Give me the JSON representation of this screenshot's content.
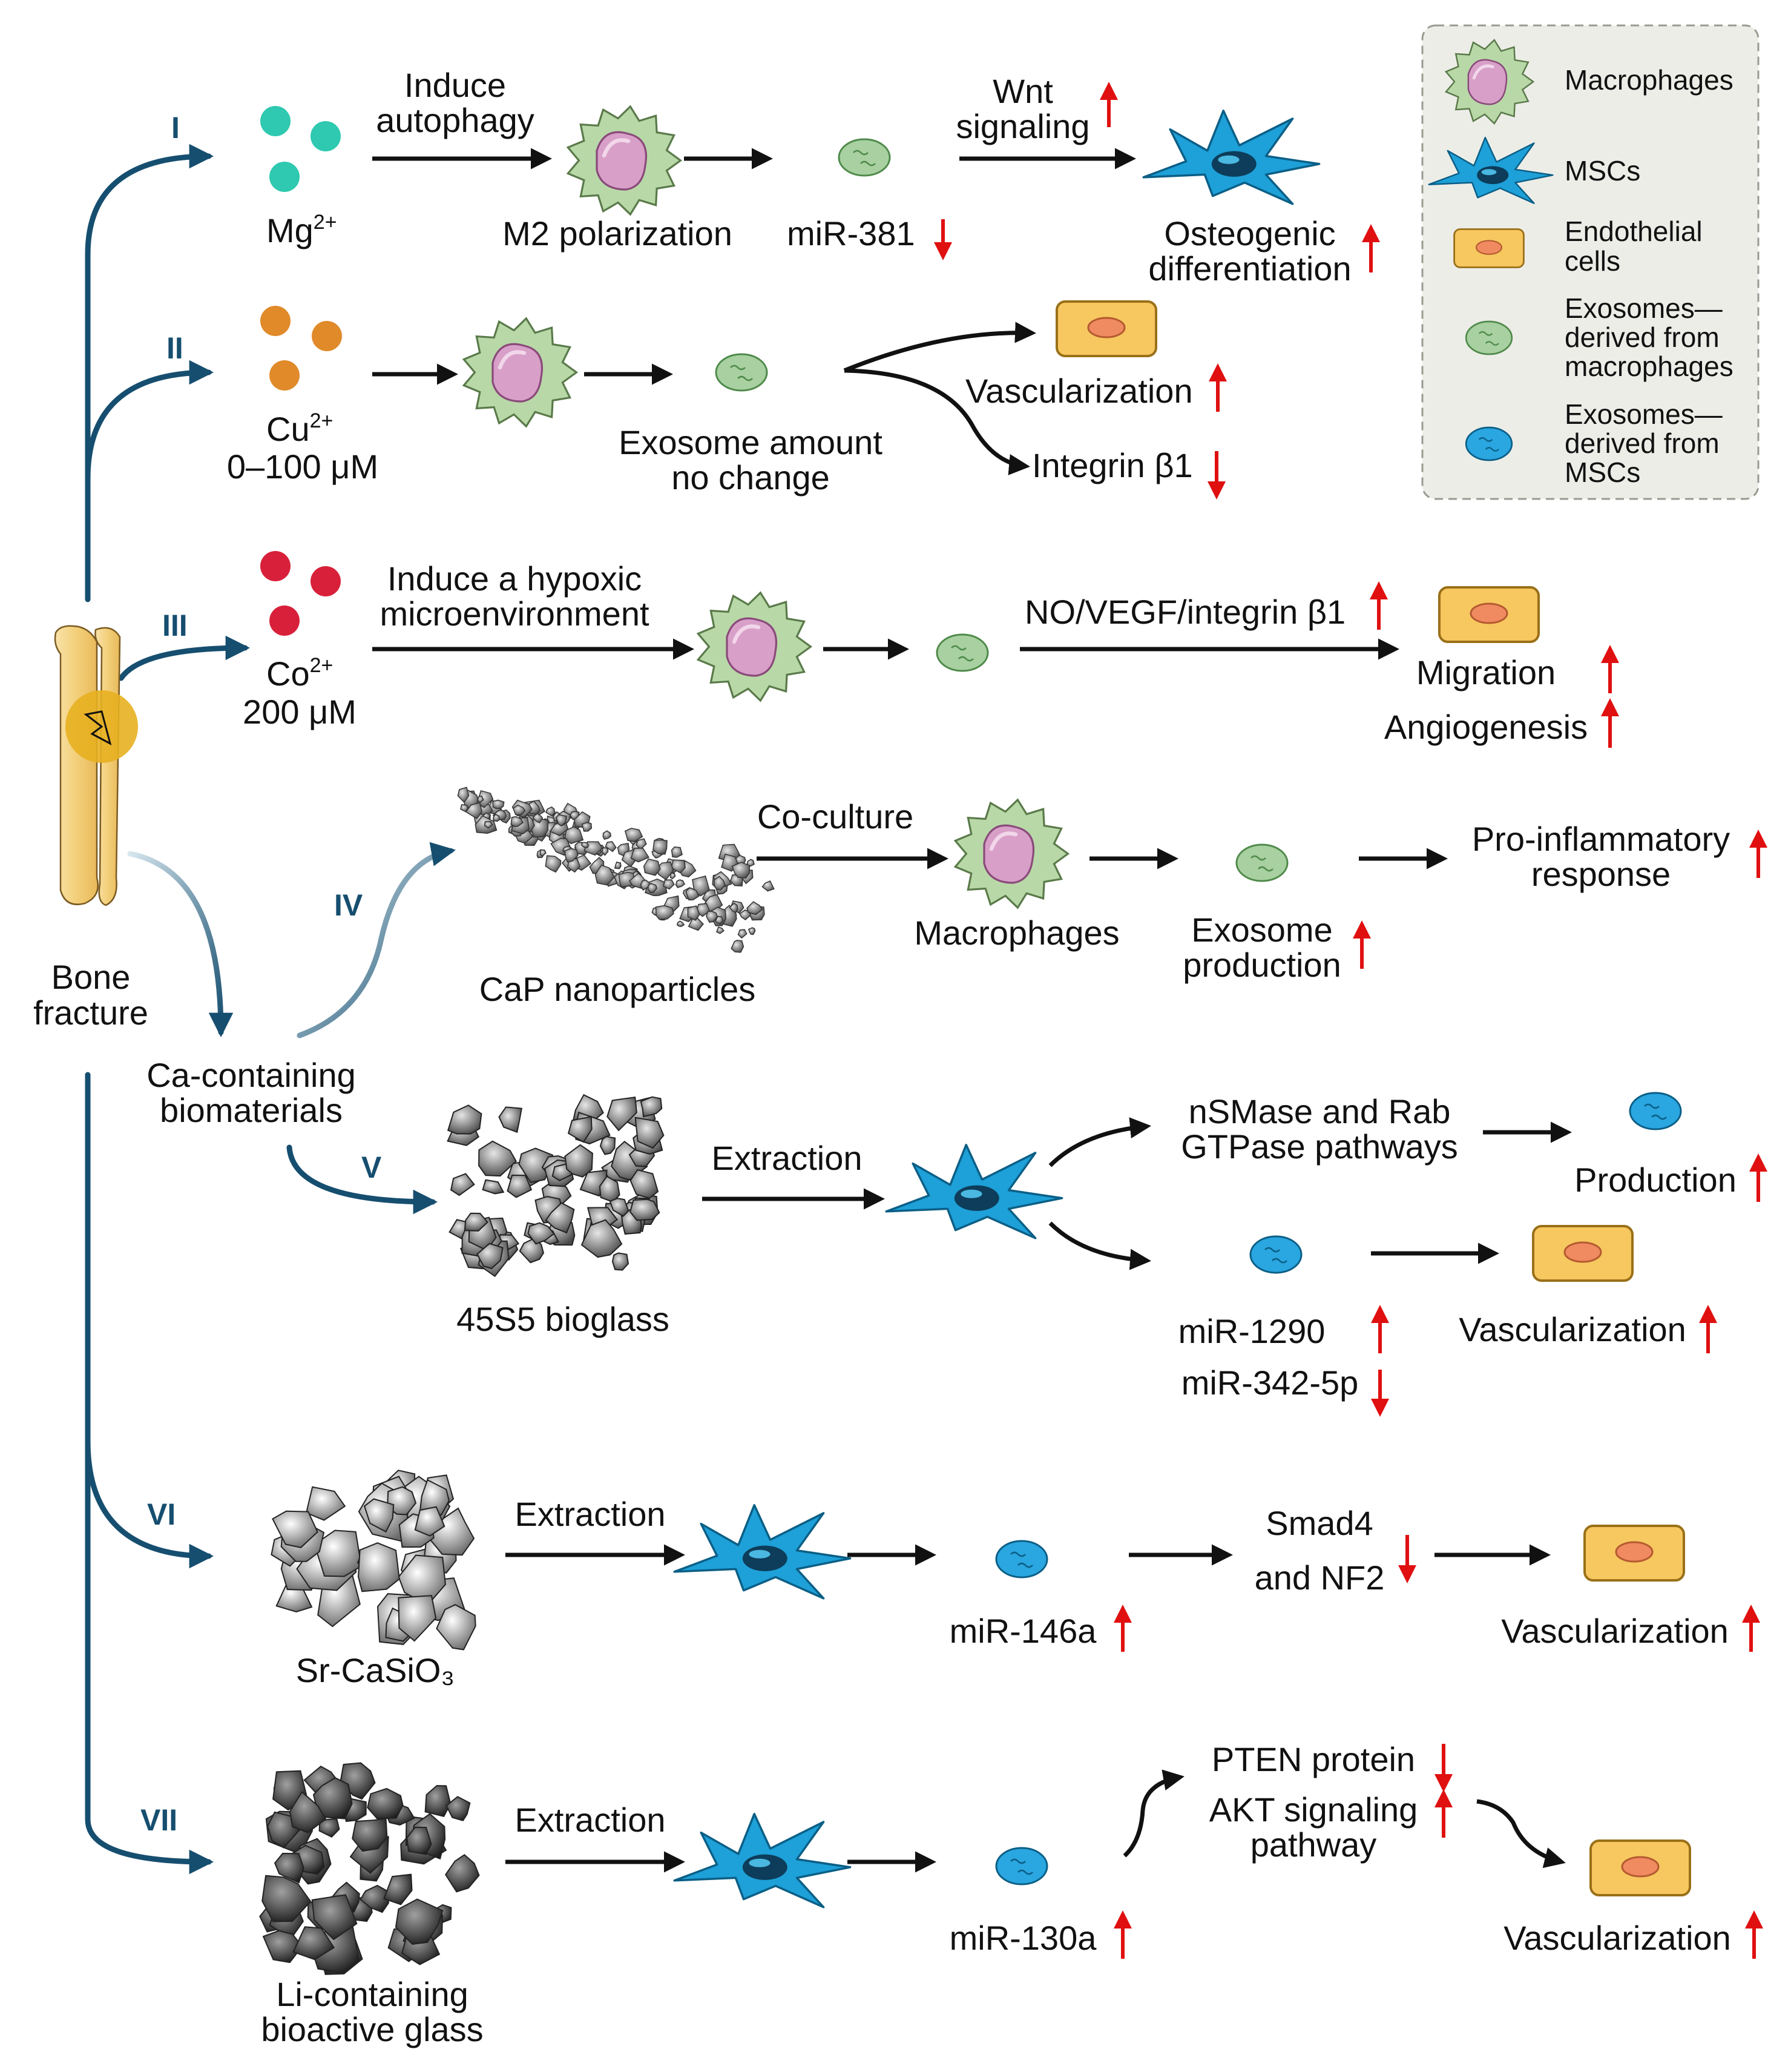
{
  "colors": {
    "dark_blue": "#164e6f",
    "up_arrow": "#e01010",
    "down_arrow": "#e01010",
    "macrophage": "#b8d8a8",
    "msc": "#1ea0d8",
    "endothelial": "#f7c760",
    "exosome_macrophage": "#a8d0a0",
    "exosome_msc": "#2aa6e0",
    "mg": "#2ec9b0",
    "cu": "#e08a2a",
    "co": "#d8203a"
  },
  "legend": {
    "items": [
      {
        "label_lines": [
          "Macrophages"
        ],
        "icon": "macrophage-icon"
      },
      {
        "label_lines": [
          "MSCs"
        ],
        "icon": "msc-icon"
      },
      {
        "label_lines": [
          "Endothelial",
          "cells"
        ],
        "icon": "endothelial-cell-icon"
      },
      {
        "label_lines": [
          "Exosomes—",
          "derived from",
          "macrophages"
        ],
        "icon": "exosome-macrophage-icon"
      },
      {
        "label_lines": [
          "Exosomes—",
          "derived from",
          "MSCs"
        ],
        "icon": "exosome-msc-icon"
      }
    ]
  },
  "root": {
    "bone_lines": [
      "Bone",
      "fracture"
    ],
    "ca_lines": [
      "Ca-containing",
      "biomaterials"
    ]
  },
  "pathways": {
    "I": {
      "numeral": "I",
      "ion": "Mg",
      "ion_charge": "2+",
      "arrow1_lines": [
        "Induce",
        "autophagy"
      ],
      "polarization": "M2 polarization",
      "mirna": "miR-381",
      "arrow3_lines": [
        "Wnt",
        "signaling"
      ],
      "outcome_lines": [
        "Osteogenic",
        "differentiation"
      ]
    },
    "II": {
      "numeral": "II",
      "ion": "Cu",
      "ion_charge": "2+",
      "dose": "0–100 μM",
      "exosome_lines": [
        "Exosome amount",
        "no change"
      ],
      "vascularization": "Vascularization",
      "integrin": "Integrin β1"
    },
    "III": {
      "numeral": "III",
      "ion": "Co",
      "ion_charge": "2+",
      "dose": "200 μM",
      "arrow1_lines": [
        "Induce a hypoxic",
        "microenvironment"
      ],
      "signal": "NO/VEGF/integrin β1",
      "migration": "Migration",
      "angiogenesis": "Angiogenesis"
    },
    "IV": {
      "numeral": "IV",
      "material": "CaP nanoparticles",
      "arrow1": "Co-culture",
      "macrophages": "Macrophages",
      "exosome_lines": [
        "Exosome",
        "production"
      ],
      "outcome_lines": [
        "Pro-inflammatory",
        "response"
      ]
    },
    "V": {
      "numeral": "V",
      "material": "45S5 bioglass",
      "arrow1": "Extraction",
      "pathway_lines": [
        "nSMase and Rab",
        "GTPase pathways"
      ],
      "production": "Production",
      "mirna_up": "miR-1290",
      "mirna_down": "miR-342-5p",
      "vascularization": "Vascularization"
    },
    "VI": {
      "numeral": "VI",
      "material": "Sr-CaSiO₃",
      "arrow1": "Extraction",
      "mirna": "miR-146a",
      "target_lines": [
        "Smad4",
        "and NF2"
      ],
      "vascularization": "Vascularization"
    },
    "VII": {
      "numeral": "VII",
      "material_lines": [
        "Li-containing",
        "bioactive glass"
      ],
      "arrow1": "Extraction",
      "mirna": "miR-130a",
      "pten": "PTEN protein",
      "akt_lines": [
        "AKT signaling",
        "pathway"
      ],
      "vascularization": "Vascularization"
    }
  }
}
